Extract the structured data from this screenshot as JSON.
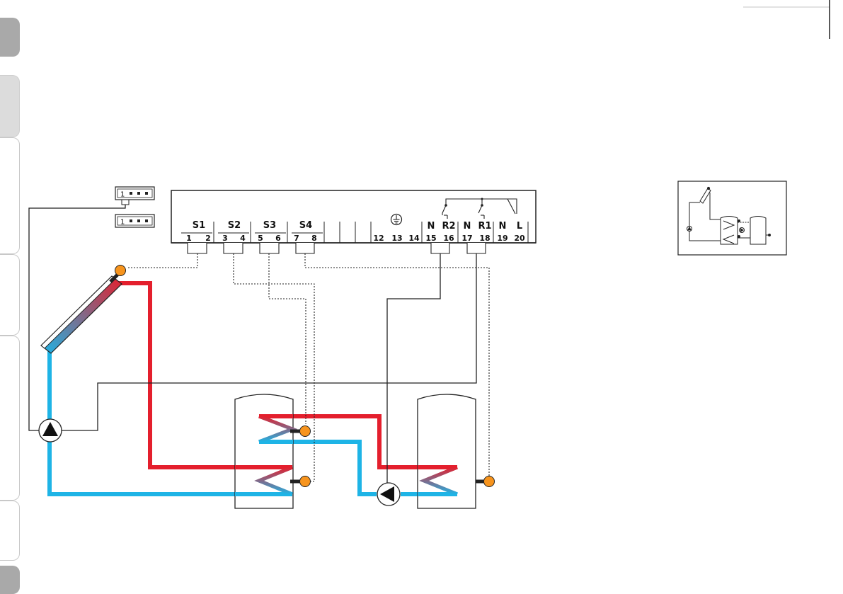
{
  "sensor_groups": [
    {
      "id": "S1",
      "label": "S1",
      "terminals": [
        "1",
        "2"
      ]
    },
    {
      "id": "S2",
      "label": "S2",
      "terminals": [
        "3",
        "4"
      ]
    },
    {
      "id": "S3",
      "label": "S3",
      "terminals": [
        "5",
        "6"
      ]
    },
    {
      "id": "S4",
      "label": "S4",
      "terminals": [
        "7",
        "8"
      ]
    }
  ],
  "extra_terminals": [
    "12",
    "13",
    "14"
  ],
  "relay_groups": [
    {
      "id": "R2",
      "labels": [
        "N",
        "R2"
      ],
      "terminals": [
        "15",
        "16"
      ]
    },
    {
      "id": "R1",
      "labels": [
        "N",
        "R1"
      ],
      "terminals": [
        "17",
        "18"
      ]
    },
    {
      "id": "MAINS",
      "labels": [
        "N",
        "L"
      ],
      "terminals": [
        "19",
        "20"
      ]
    }
  ],
  "connectors": [
    {
      "id": "connector-top",
      "label": "1"
    },
    {
      "id": "connector-bottom",
      "label": "1"
    }
  ],
  "colors": {
    "hot_pipe": "#e41f2d",
    "cold_pipe": "#1eb4e6",
    "sensor": "#f7941d",
    "wire": "#222222",
    "tab_dark": "#a9a9a9",
    "tab_light": "#dcdcdc"
  },
  "icons": [
    "ground-icon",
    "pump-icon",
    "sensor-icon",
    "collector-icon",
    "tank-icon",
    "heat-exchanger-icon",
    "relay-switch-icon"
  ]
}
